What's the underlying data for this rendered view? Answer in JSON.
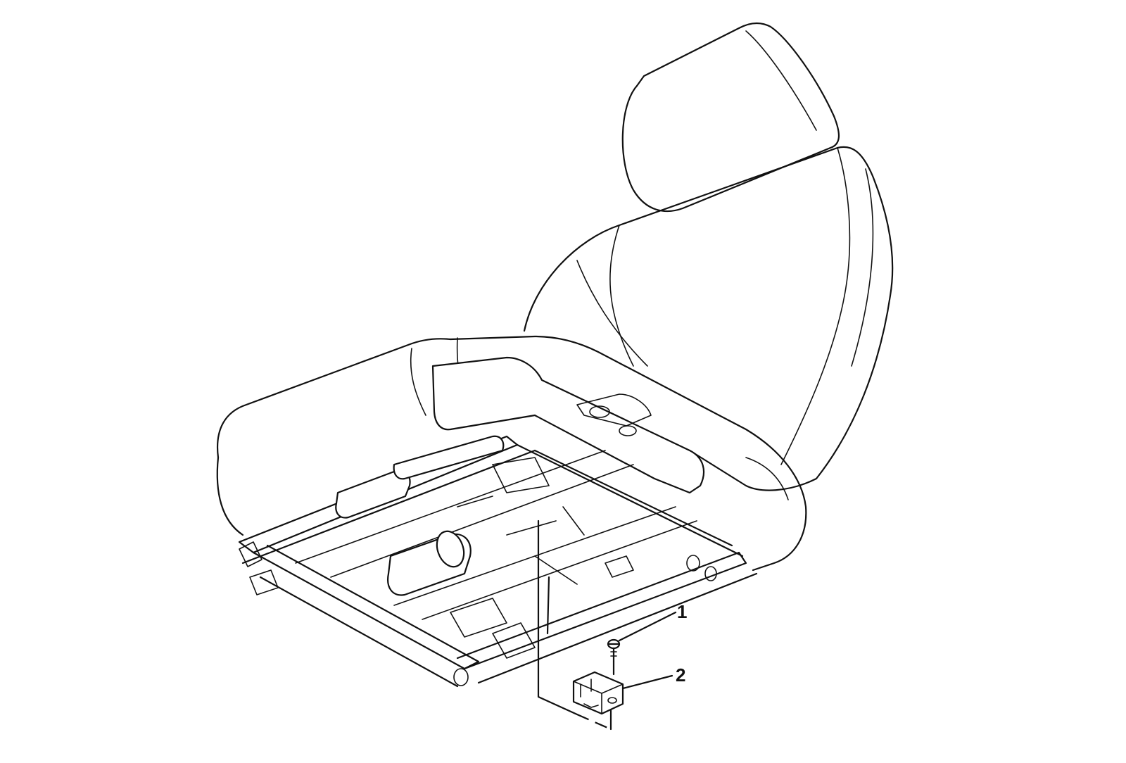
{
  "callouts": [
    {
      "label": "1",
      "part": "fastener"
    },
    {
      "label": "2",
      "part": "module"
    }
  ],
  "colors": {
    "line": "#111111",
    "background": "#ffffff"
  }
}
